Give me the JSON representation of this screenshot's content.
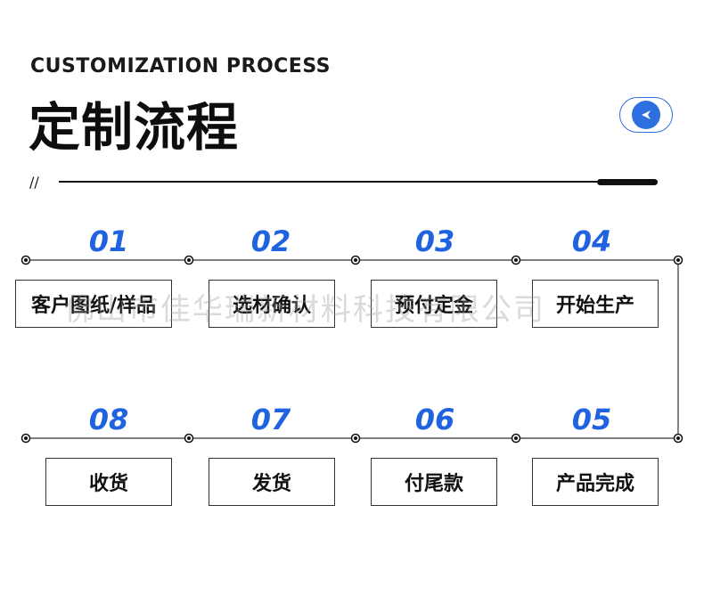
{
  "header": {
    "subtitle": "CUSTOMIZATION PROCESS",
    "title": "定制流程",
    "slash": "//"
  },
  "nav_button": {
    "icon": "left-arrow-icon"
  },
  "colors": {
    "accent": "#2e6fe0",
    "number": "#1f63e0",
    "line": "#111111"
  },
  "steps": [
    {
      "number": "01",
      "label": "客户图纸/样品"
    },
    {
      "number": "02",
      "label": "选材确认"
    },
    {
      "number": "03",
      "label": "预付定金"
    },
    {
      "number": "04",
      "label": "开始生产"
    },
    {
      "number": "05",
      "label": "产品完成"
    },
    {
      "number": "06",
      "label": "付尾款"
    },
    {
      "number": "07",
      "label": "发货"
    },
    {
      "number": "08",
      "label": "收货"
    }
  ],
  "watermark": "佛山市佳华瑞新材料科技有限公司"
}
